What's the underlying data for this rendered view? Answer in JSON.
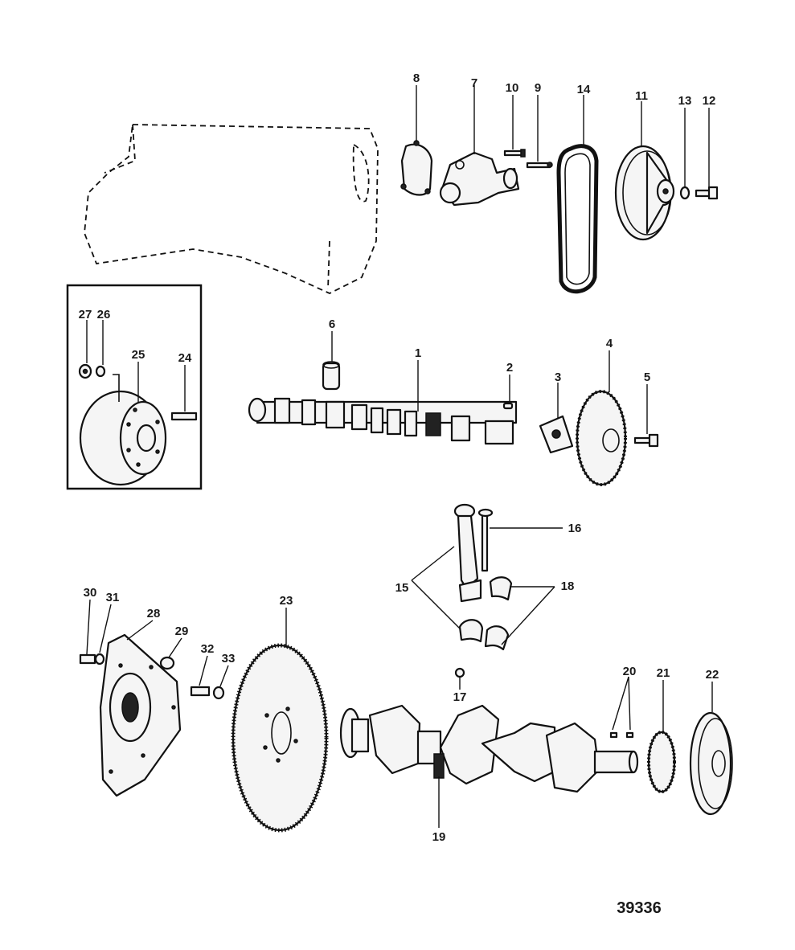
{
  "figure_number": "39336",
  "callouts": {
    "c1": "1",
    "c2": "2",
    "c3": "3",
    "c4": "4",
    "c5": "5",
    "c6": "6",
    "c7": "7",
    "c8": "8",
    "c9": "9",
    "c10": "10",
    "c11": "11",
    "c12": "12",
    "c13": "13",
    "c14": "14",
    "c15": "15",
    "c16": "16",
    "c17": "17",
    "c18": "18",
    "c19": "19",
    "c20": "20",
    "c21": "21",
    "c22": "22",
    "c23": "23",
    "c24": "24",
    "c25": "25",
    "c26": "26",
    "c27": "27",
    "c28": "28",
    "c29": "29",
    "c30": "30",
    "c31": "31",
    "c32": "32",
    "c33": "33"
  }
}
